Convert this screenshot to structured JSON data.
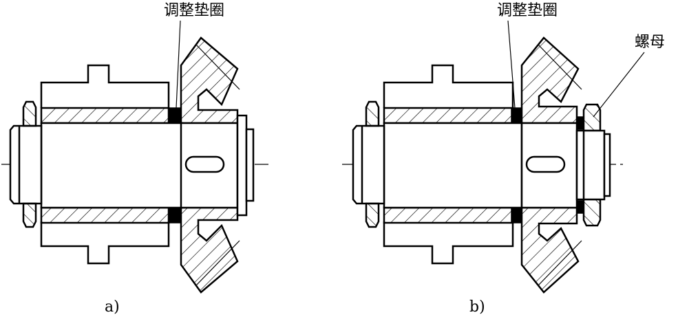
{
  "figure_a": {
    "caption": "a)",
    "washer_label": "调整垫圈"
  },
  "figure_b": {
    "caption": "b)",
    "washer_label": "调整垫圈",
    "nut_label": "螺母"
  }
}
